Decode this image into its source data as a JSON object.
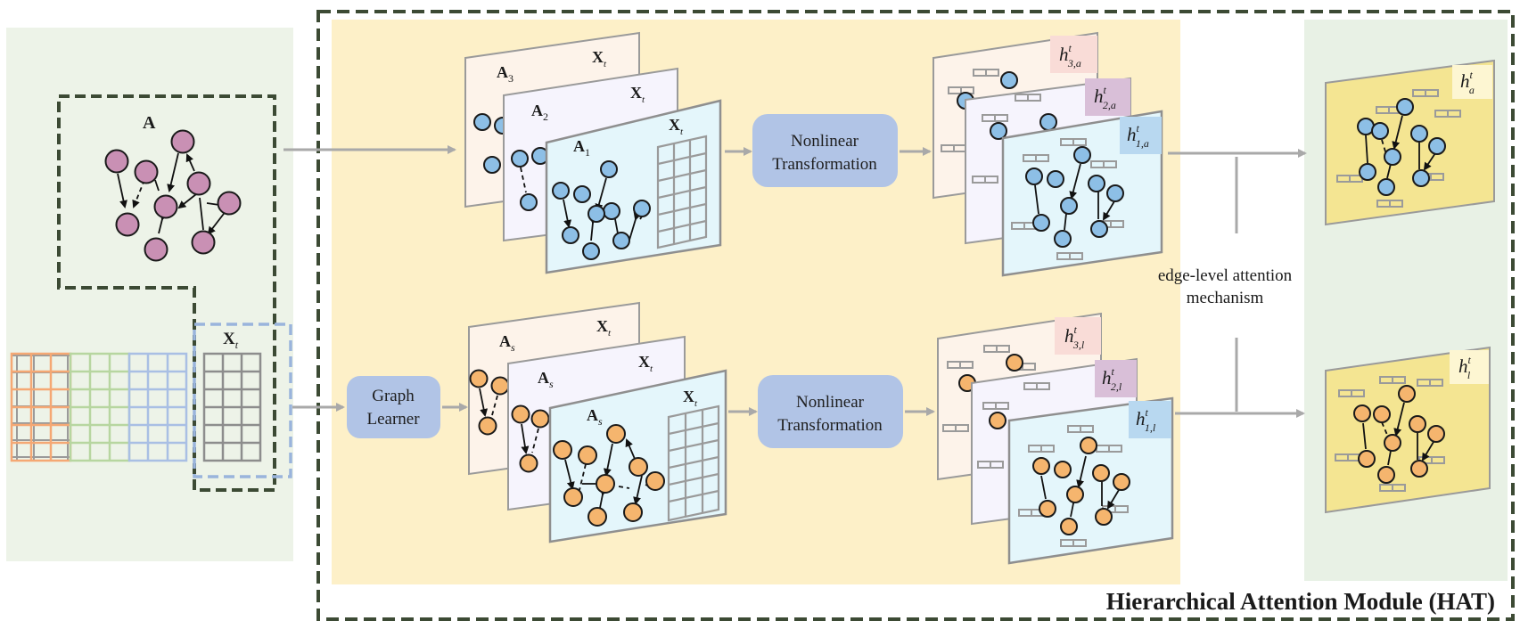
{
  "input": {
    "adj_label": "A",
    "feature_label_main": "X",
    "feature_label_sub": "t"
  },
  "top_branch": {
    "matrices": [
      {
        "main": "A",
        "sub": "3",
        "feat_main": "X",
        "feat_sub": "t"
      },
      {
        "main": "A",
        "sub": "2",
        "feat_main": "X",
        "feat_sub": "t"
      },
      {
        "main": "A",
        "sub": "1",
        "feat_main": "X",
        "feat_sub": "t"
      }
    ],
    "transform_line1": "Nonlinear",
    "transform_line2": "Transformation",
    "outputs": [
      {
        "main": "h",
        "sup": "t",
        "sub": "3,a"
      },
      {
        "main": "h",
        "sup": "t",
        "sub": "2,a"
      },
      {
        "main": "h",
        "sup": "t",
        "sub": "1,a"
      }
    ],
    "final": {
      "main": "h",
      "sup": "t",
      "sub": "a"
    }
  },
  "bottom_branch": {
    "learner_line1": "Graph",
    "learner_line2": "Learner",
    "matrices": [
      {
        "main": "A",
        "sub": "s",
        "feat_main": "X",
        "feat_sub": "t"
      },
      {
        "main": "A",
        "sub": "s",
        "feat_main": "X",
        "feat_sub": "t"
      },
      {
        "main": "A",
        "sub": "s",
        "feat_main": "X",
        "feat_sub": "t"
      }
    ],
    "transform_line1": "Nonlinear",
    "transform_line2": "Transformation",
    "outputs": [
      {
        "main": "h",
        "sup": "t",
        "sub": "3,l"
      },
      {
        "main": "h",
        "sup": "t",
        "sub": "2,l"
      },
      {
        "main": "h",
        "sup": "t",
        "sub": "1,l"
      }
    ],
    "final": {
      "main": "h",
      "sup": "t",
      "sub": "l"
    }
  },
  "attention": {
    "line1": "edge-level attention",
    "line2": "mechanism"
  },
  "module_title": "Hierarchical Attention Module (HAT)",
  "colors": {
    "input_bg": "#edf3e8",
    "main_bg": "#fdf0c8",
    "output_bg": "#e8f1e5",
    "process_box": "#b1c4e6",
    "node_purple": "#c990b4",
    "node_blue": "#8dbfe6",
    "node_orange": "#f5b56e",
    "final_sheet": "#f4e592",
    "dashed_border": "#3c4a34"
  }
}
